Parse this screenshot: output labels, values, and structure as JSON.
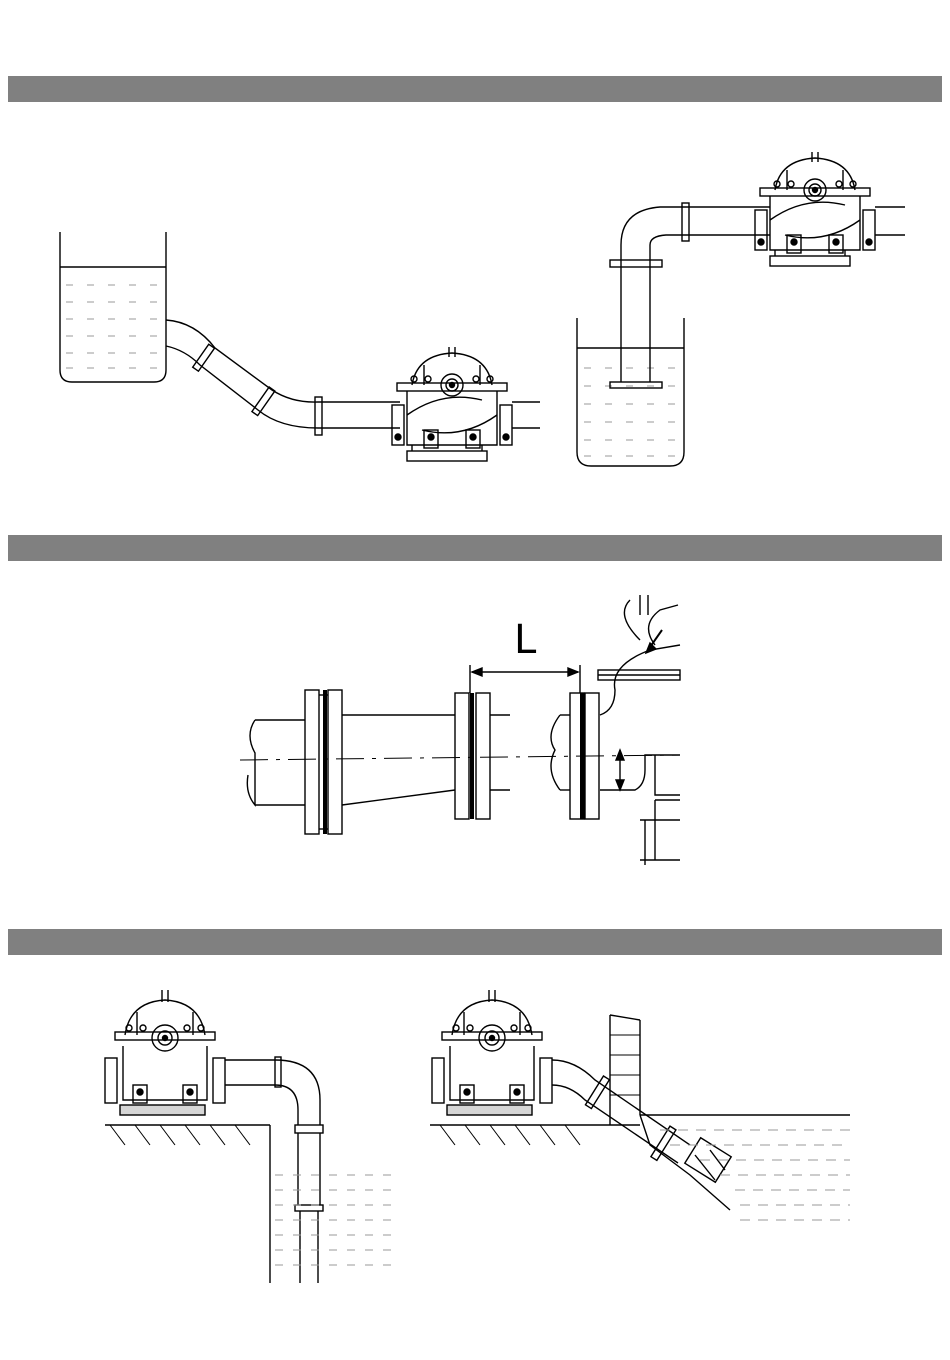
{
  "diagram": {
    "dimension_label": "L",
    "sections": [
      {
        "id": "suction-tank-installation"
      },
      {
        "id": "pipe-alignment"
      },
      {
        "id": "suction-sump-installation"
      }
    ]
  },
  "colors": {
    "section_bar": "#808080",
    "line": "#000000",
    "water_dash": "#9a9a9a",
    "base_fill": "#d6d6d6"
  }
}
